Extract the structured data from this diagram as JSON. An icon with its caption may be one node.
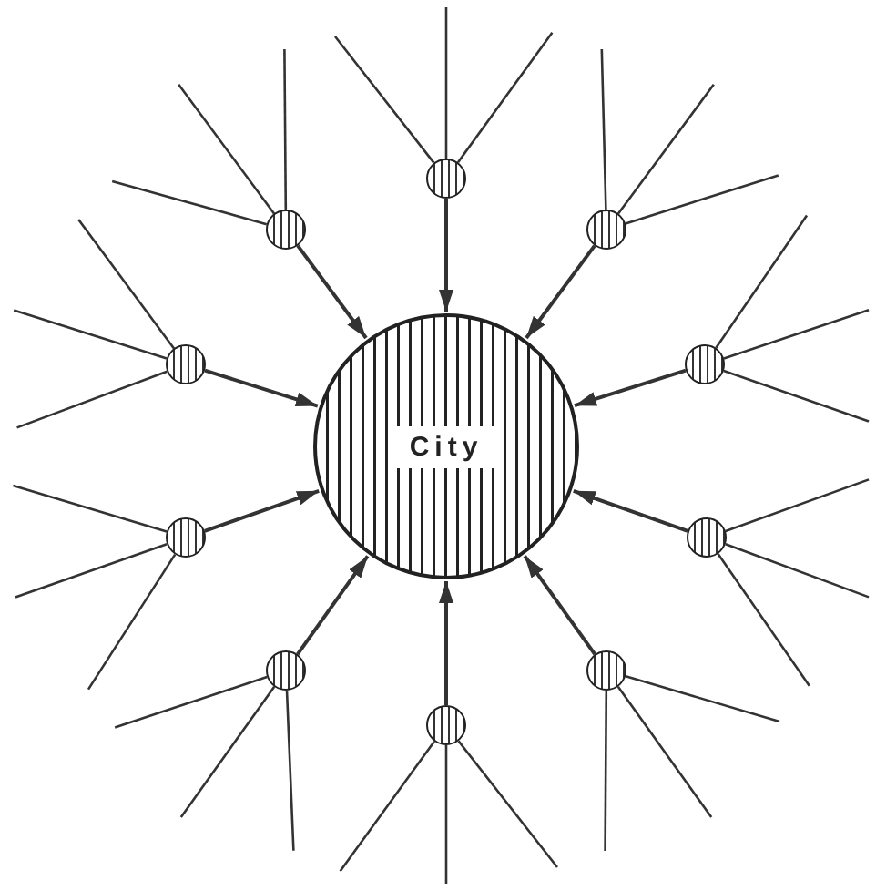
{
  "diagram": {
    "nodes": [
      {
        "text": [
          "City"
        ]
      },
      {
        "text": [],
        "shape": "circle"
      },
      {
        "text": [],
        "shape": "circle"
      },
      {
        "text": [],
        "shape": "circle"
      },
      {
        "text": [],
        "shape": "circle"
      },
      {
        "text": [],
        "shape": "circle"
      },
      {
        "text": [],
        "shape": "circle"
      },
      {
        "text": [],
        "shape": "circle"
      },
      {
        "text": [],
        "shape": "circle"
      },
      {
        "text": [],
        "shape": "circle"
      },
      {
        "text": [],
        "shape": "circle"
      }
    ],
    "edges": [
      {
        "from": 1,
        "to": 0,
        "arrow": "to"
      },
      {
        "from": 2,
        "to": 0,
        "arrow": "to"
      },
      {
        "from": 3,
        "to": 0,
        "arrow": "to"
      },
      {
        "from": 4,
        "to": 0,
        "arrow": "to"
      },
      {
        "from": 5,
        "to": 0,
        "arrow": "to"
      },
      {
        "from": 6,
        "to": 0,
        "arrow": "to"
      },
      {
        "from": 7,
        "to": 0,
        "arrow": "to"
      },
      {
        "from": 8,
        "to": 0,
        "arrow": "to"
      },
      {
        "from": 9,
        "to": 0,
        "arrow": "to"
      },
      {
        "from": 10,
        "to": 0,
        "arrow": "to"
      },
      {
        "from": 1,
        "to": null,
        "arrow": "none"
      },
      {
        "from": 1,
        "to": null,
        "arrow": "none"
      },
      {
        "from": 1,
        "to": null,
        "arrow": "none"
      },
      {
        "from": 2,
        "to": null,
        "arrow": "none"
      },
      {
        "from": 2,
        "to": null,
        "arrow": "none"
      },
      {
        "from": 2,
        "to": null,
        "arrow": "none"
      },
      {
        "from": 3,
        "to": null,
        "arrow": "none"
      },
      {
        "from": 3,
        "to": null,
        "arrow": "none"
      },
      {
        "from": 3,
        "to": null,
        "arrow": "none"
      },
      {
        "from": 4,
        "to": null,
        "arrow": "none"
      },
      {
        "from": 4,
        "to": null,
        "arrow": "none"
      },
      {
        "from": 4,
        "to": null,
        "arrow": "none"
      },
      {
        "from": 5,
        "to": null,
        "arrow": "none"
      },
      {
        "from": 5,
        "to": null,
        "arrow": "none"
      },
      {
        "from": 5,
        "to": null,
        "arrow": "none"
      },
      {
        "from": 6,
        "to": null,
        "arrow": "none"
      },
      {
        "from": 6,
        "to": null,
        "arrow": "none"
      },
      {
        "from": 6,
        "to": null,
        "arrow": "none"
      },
      {
        "from": 7,
        "to": null,
        "arrow": "none"
      },
      {
        "from": 7,
        "to": null,
        "arrow": "none"
      },
      {
        "from": 7,
        "to": null,
        "arrow": "none"
      },
      {
        "from": 8,
        "to": null,
        "arrow": "none"
      },
      {
        "from": 8,
        "to": null,
        "arrow": "none"
      },
      {
        "from": 8,
        "to": null,
        "arrow": "none"
      },
      {
        "from": 9,
        "to": null,
        "arrow": "none"
      },
      {
        "from": 9,
        "to": null,
        "arrow": "none"
      },
      {
        "from": 9,
        "to": null,
        "arrow": "none"
      },
      {
        "from": 10,
        "to": null,
        "arrow": "none"
      },
      {
        "from": 10,
        "to": null,
        "arrow": "none"
      },
      {
        "from": 10,
        "to": null,
        "arrow": "none"
      }
    ]
  }
}
